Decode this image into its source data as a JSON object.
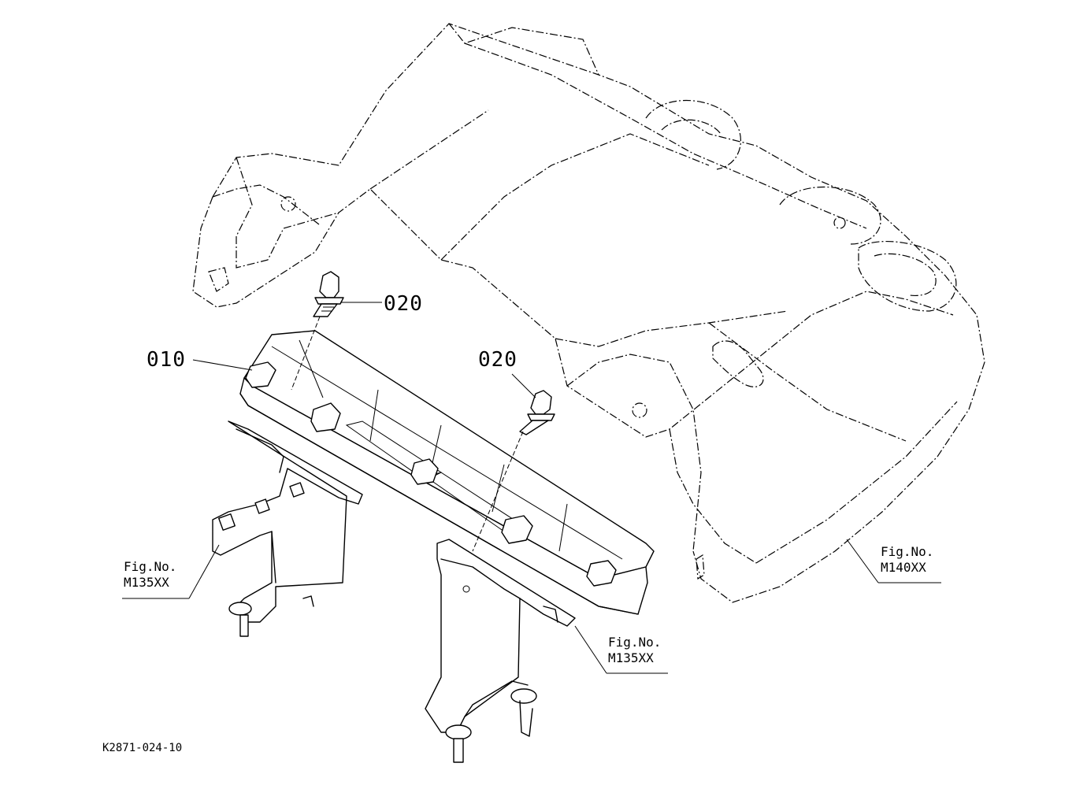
{
  "callouts": {
    "part_010": "010",
    "bolt_020_upper": "020",
    "bolt_020_lower": "020"
  },
  "figure_refs": {
    "left_bracket": {
      "label": "Fig.No.",
      "ref": "M135XX"
    },
    "center_bracket": {
      "label": "Fig.No.",
      "ref": "M135XX"
    },
    "panel_cover": {
      "label": "Fig.No.",
      "ref": "M140XX"
    }
  },
  "diagram_code": "K2871-024-10"
}
